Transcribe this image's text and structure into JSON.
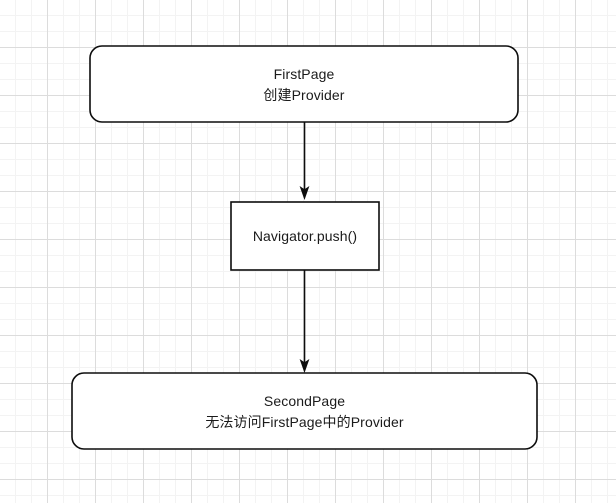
{
  "diagram": {
    "background": {
      "grid_minor_color": "#f3f3f3",
      "grid_major_color": "#dcdcdc",
      "canvas_color": "#ffffff"
    },
    "stroke_color": "#0d0d0d",
    "text_color": "#1a1a1a",
    "nodes": [
      {
        "id": "first-page",
        "shape": "rounded-rectangle",
        "line1": "FirstPage",
        "line2": "创建Provider"
      },
      {
        "id": "navigator-push",
        "shape": "rectangle",
        "line1": "Navigator.push()",
        "line2": ""
      },
      {
        "id": "second-page",
        "shape": "rounded-rectangle",
        "line1": "SecondPage",
        "line2": "无法访问FirstPage中的Provider"
      }
    ],
    "edges": [
      {
        "id": "edge-first-to-navigator",
        "from": "first-page",
        "to": "navigator-push",
        "label": ""
      },
      {
        "id": "edge-navigator-to-second",
        "from": "navigator-push",
        "to": "second-page",
        "label": ""
      }
    ]
  }
}
